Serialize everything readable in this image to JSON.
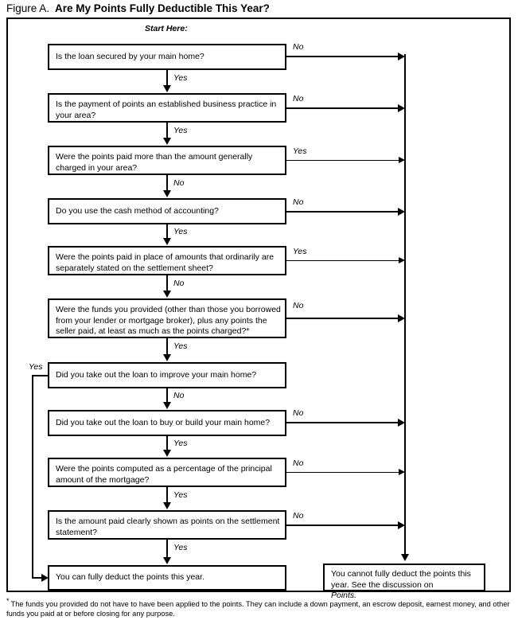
{
  "figure": {
    "label": "Figure A.",
    "title": "Are My Points Fully Deductible This Year?",
    "start_here": "Start Here:"
  },
  "nodes": [
    {
      "id": "q1",
      "text": "Is the loan secured by your main home?"
    },
    {
      "id": "q2",
      "text": "Is the payment of points an established business practice in your area?"
    },
    {
      "id": "q3",
      "text": "Were the points paid more than the amount generally charged in your area?"
    },
    {
      "id": "q4",
      "text": "Do you use the cash method of accounting?"
    },
    {
      "id": "q5",
      "text": "Were the points paid in place of amounts that ordinarily are separately stated on the settlement sheet?"
    },
    {
      "id": "q6",
      "text": "Were the funds you provided (other than those you borrowed from your lender or mortgage broker), plus any points the seller paid, at least as much as the points charged?*"
    },
    {
      "id": "q7",
      "text": "Did you take out the loan to improve your main home?"
    },
    {
      "id": "q8",
      "text": "Did you take out the loan to buy or build your main home?"
    },
    {
      "id": "q9",
      "text": "Were the points computed as a percentage of the principal amount of the mortgage?"
    },
    {
      "id": "q10",
      "text": "Is the amount paid clearly shown as points on the settlement statement?"
    },
    {
      "id": "yes-outcome",
      "text": "You can fully deduct the points this year."
    },
    {
      "id": "no-outcome-part1",
      "text": "You cannot fully deduct the points this "
    },
    {
      "id": "no-outcome-part2",
      "text": "year. See the discussion on "
    },
    {
      "id": "no-outcome-italic",
      "text": "Points."
    }
  ],
  "edge_labels": {
    "q1_down": "Yes",
    "q1_right": "No",
    "q2_down": "Yes",
    "q2_right": "No",
    "q3_down": "No",
    "q3_right": "Yes",
    "q4_down": "Yes",
    "q4_right": "No",
    "q5_down": "No",
    "q5_right": "Yes",
    "q6_down": "Yes",
    "q6_right": "No",
    "q7_down": "No",
    "q7_left": "Yes",
    "q8_down": "Yes",
    "q8_right": "No",
    "q9_down": "Yes",
    "q9_right": "No",
    "q10_down": "Yes",
    "q10_right": "No"
  },
  "footnote": {
    "marker": "*",
    "text": "The funds you provided do not have to have been applied to the points. They can include a down payment, an escrow deposit, earnest money, and other funds you paid at or before closing for any purpose."
  },
  "colors": {
    "ink": "#000000",
    "paper": "#ffffff"
  }
}
